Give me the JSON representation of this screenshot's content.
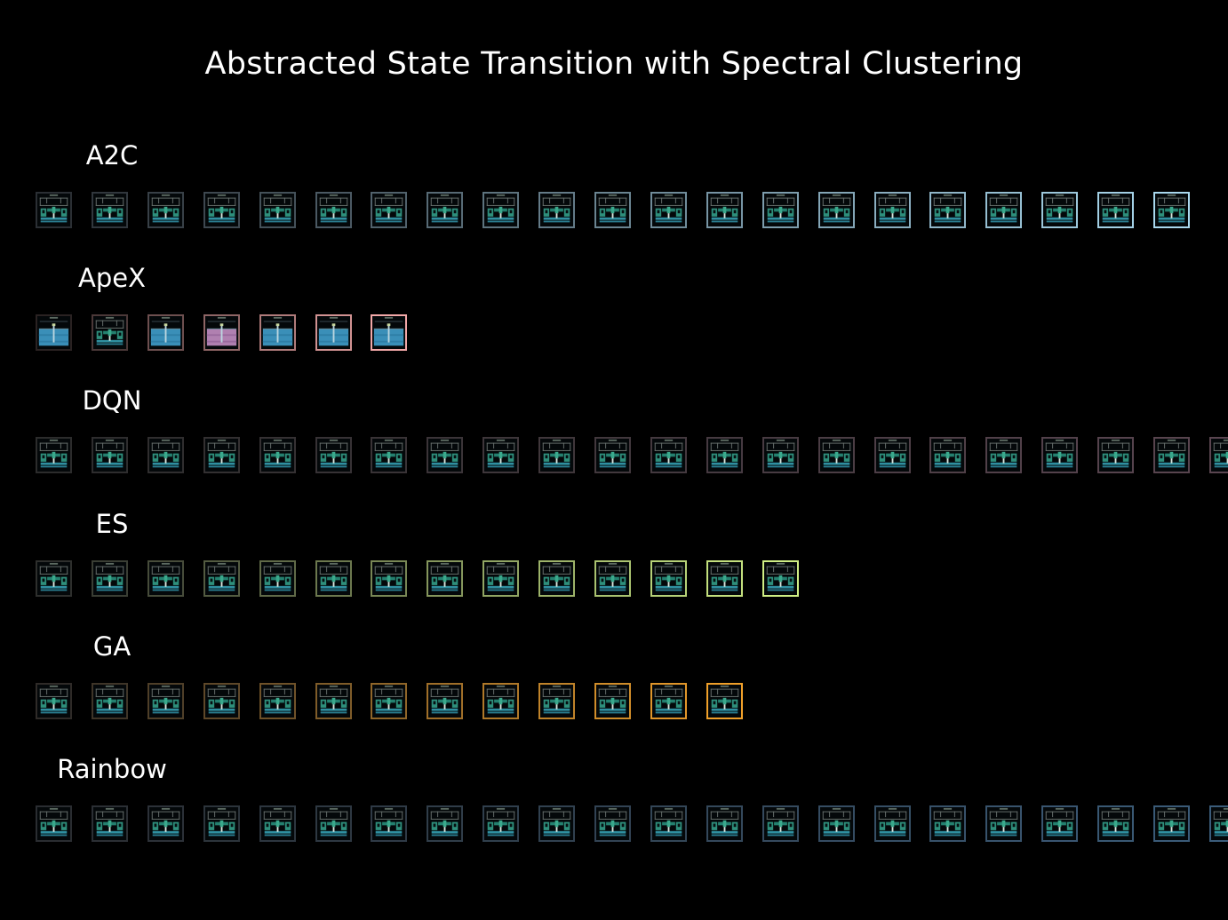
{
  "title": "Abstracted State Transition with Spectral Clustering",
  "rows": [
    {
      "label": "A2C",
      "scene": "maze",
      "count": 21,
      "border_from": "#2b2f34",
      "border_to": "#a9d8ee"
    },
    {
      "label": "ApeX",
      "scene": "water",
      "count": 7,
      "border_from": "#2a2222",
      "border_to": "#f2a8a8",
      "variants": [
        "water",
        "maze",
        "water",
        "pink-water",
        "water",
        "water",
        "water"
      ]
    },
    {
      "label": "DQN",
      "scene": "maze",
      "count": 22,
      "border_from": "#2c2c2c",
      "border_to": "#5a4550"
    },
    {
      "label": "ES",
      "scene": "maze",
      "count": 14,
      "border_from": "#2e2f2d",
      "border_to": "#cfee84"
    },
    {
      "label": "GA",
      "scene": "maze",
      "count": 13,
      "border_from": "#2f2b28",
      "border_to": "#f0a02a"
    },
    {
      "label": "Rainbow",
      "scene": "maze",
      "count": 22,
      "border_from": "#2a2d31",
      "border_to": "#3b5c7a"
    }
  ]
}
